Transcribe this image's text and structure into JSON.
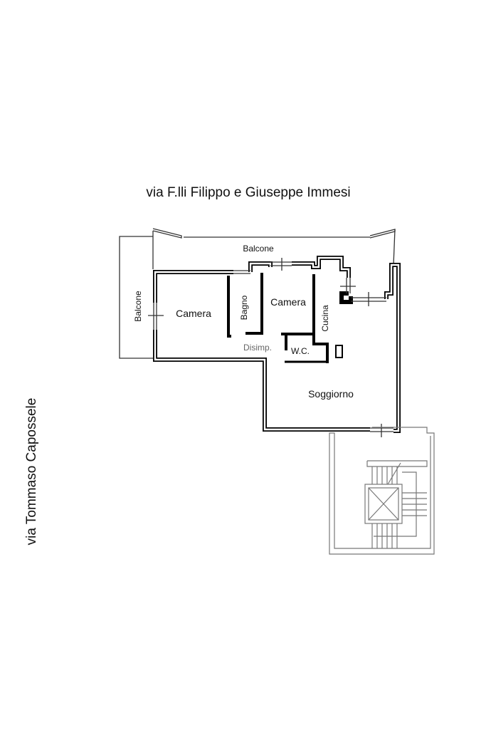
{
  "streets": {
    "top": "via F.lli Filippo e Giuseppe Immesi",
    "left": "via Tommaso Capossele"
  },
  "rooms": {
    "balcone_top": "Balcone",
    "balcone_left": "Balcone",
    "camera_1": "Camera",
    "bagno": "Bagno",
    "camera_2": "Camera",
    "cucina": "Cucina",
    "disimpegno": "Disimp.",
    "wc": "W.C.",
    "soggiorno": "Soggiorno"
  }
}
